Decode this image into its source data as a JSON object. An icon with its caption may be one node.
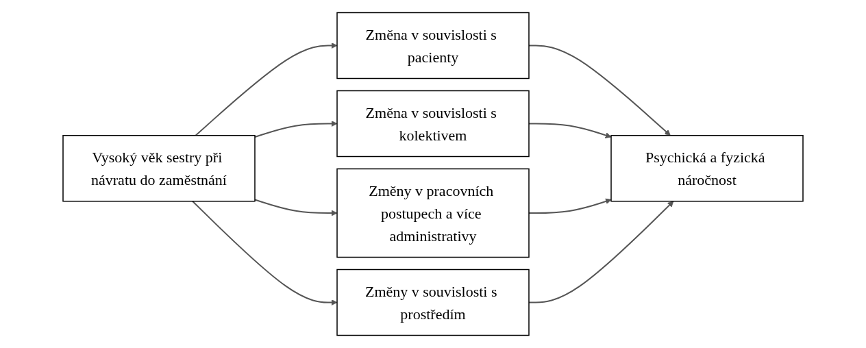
{
  "diagram": {
    "nodes": [
      {
        "text": [
          "Vysoký věk sestry při návratu do zaměstnání"
        ]
      },
      {
        "text": [
          "Změna v souvislosti s pacienty"
        ]
      },
      {
        "text": [
          "Změna v souvislosti s kolektivem"
        ]
      },
      {
        "text": [
          "Změny v pracovních postupech a více administrativy"
        ]
      },
      {
        "text": [
          "Změny v souvislosti s prostředím"
        ]
      },
      {
        "text": [
          "Psychická a fyzická náročnost"
        ]
      }
    ],
    "edges": [
      {
        "from": 0,
        "to": 1,
        "arrow": "to"
      },
      {
        "from": 0,
        "to": 2,
        "arrow": "to"
      },
      {
        "from": 0,
        "to": 3,
        "arrow": "to"
      },
      {
        "from": 0,
        "to": 4,
        "arrow": "to"
      },
      {
        "from": 1,
        "to": 5,
        "arrow": "to"
      },
      {
        "from": 2,
        "to": 5,
        "arrow": "to"
      },
      {
        "from": 3,
        "to": 5,
        "arrow": "to"
      },
      {
        "from": 4,
        "to": 5,
        "arrow": "to"
      }
    ]
  }
}
